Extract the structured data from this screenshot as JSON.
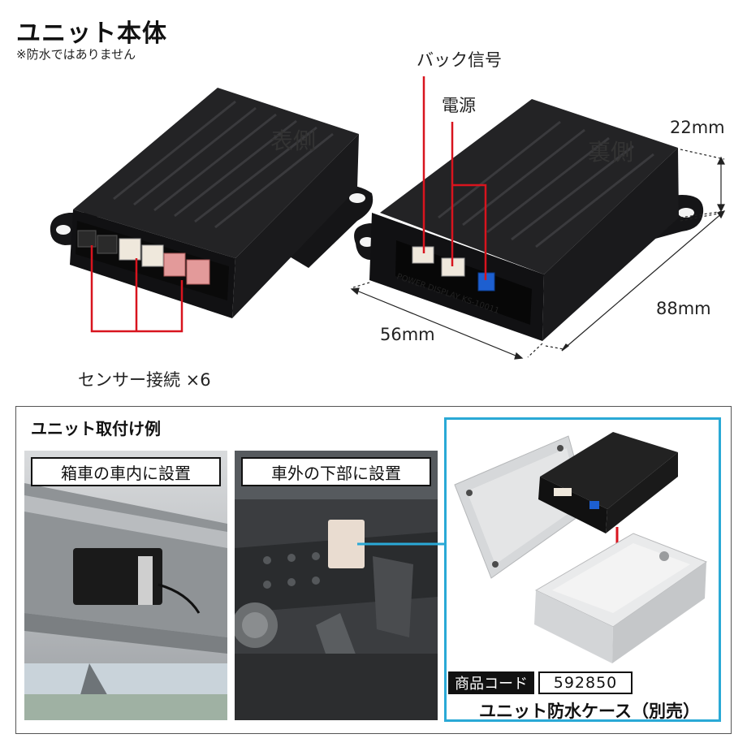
{
  "header": {
    "title": "ユニット本体",
    "note": "※防水ではありません"
  },
  "unit": {
    "front_label": "表側",
    "back_label": "裏側",
    "back_signal_label": "バック信号",
    "power_label": "電源",
    "sensor_label": "センサー接続 ×6",
    "dim_height": "22mm",
    "dim_width": "56mm",
    "dim_depth": "88mm",
    "back_panel_print": "POWER  DISPLAY  KS-10011"
  },
  "install": {
    "title": "ユニット取付け例",
    "photo1_caption": "箱車の車内に設置",
    "photo2_caption": "車外の下部に設置",
    "product_code_label": "商品コード",
    "product_code": "592850",
    "case_name": "ユニット防水ケース（別売）"
  },
  "colors": {
    "accent_red": "#d8141e",
    "frame_blue": "#2aa9d6",
    "unit_black": "#1c1c1e"
  }
}
